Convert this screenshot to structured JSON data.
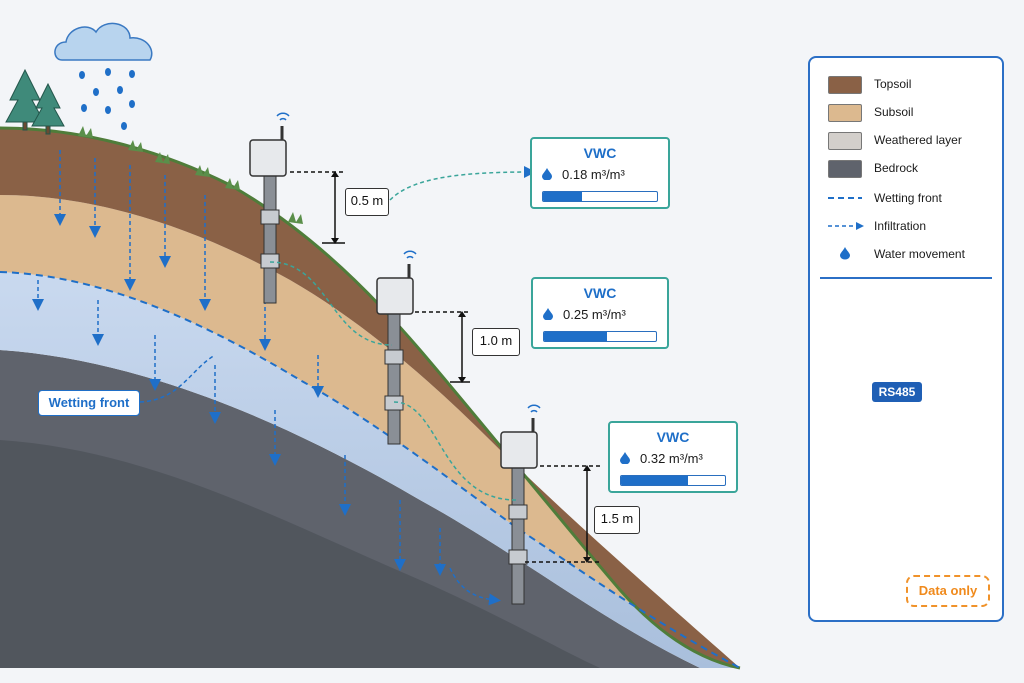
{
  "colors": {
    "topsoil": "#8a6146",
    "subsoil": "#d9b48c",
    "weathered": "#d3cfcb",
    "bedrock": "#5f636c",
    "water": "#1f6fc8",
    "accent_teal": "#3aa59a",
    "data_only": "#f0922a"
  },
  "probes": [
    {
      "depth_label": "0.5 m",
      "vwc": {
        "title": "VWC",
        "value_text": "0.18 m³/m³",
        "fill_fraction": 0.34
      }
    },
    {
      "depth_label": "1.0 m",
      "vwc": {
        "title": "VWC",
        "value_text": "0.25 m³/m³",
        "fill_fraction": 0.56
      }
    },
    {
      "depth_label": "1.5 m",
      "vwc": {
        "title": "VWC",
        "value_text": "0.32 m³/m³",
        "fill_fraction": 0.64
      }
    }
  ],
  "callouts": {
    "wetting_front": "Wetting front"
  },
  "legend": {
    "items": [
      {
        "label": "Topsoil",
        "kind": "swatch",
        "color": "#8a6146"
      },
      {
        "label": "Subsoil",
        "kind": "swatch",
        "color": "#dcb98f"
      },
      {
        "label": "Weathered layer",
        "kind": "swatch",
        "color": "#d3cfcb"
      },
      {
        "label": "Bedrock",
        "kind": "swatch",
        "color": "#5f636c"
      },
      {
        "label": "Wetting front",
        "kind": "dashed-line"
      },
      {
        "label": "Infiltration",
        "kind": "dashed-arrow"
      },
      {
        "label": "Water movement",
        "kind": "droplet"
      }
    ],
    "network": {
      "bus_label": "RS485",
      "output_label": "Data only"
    }
  }
}
